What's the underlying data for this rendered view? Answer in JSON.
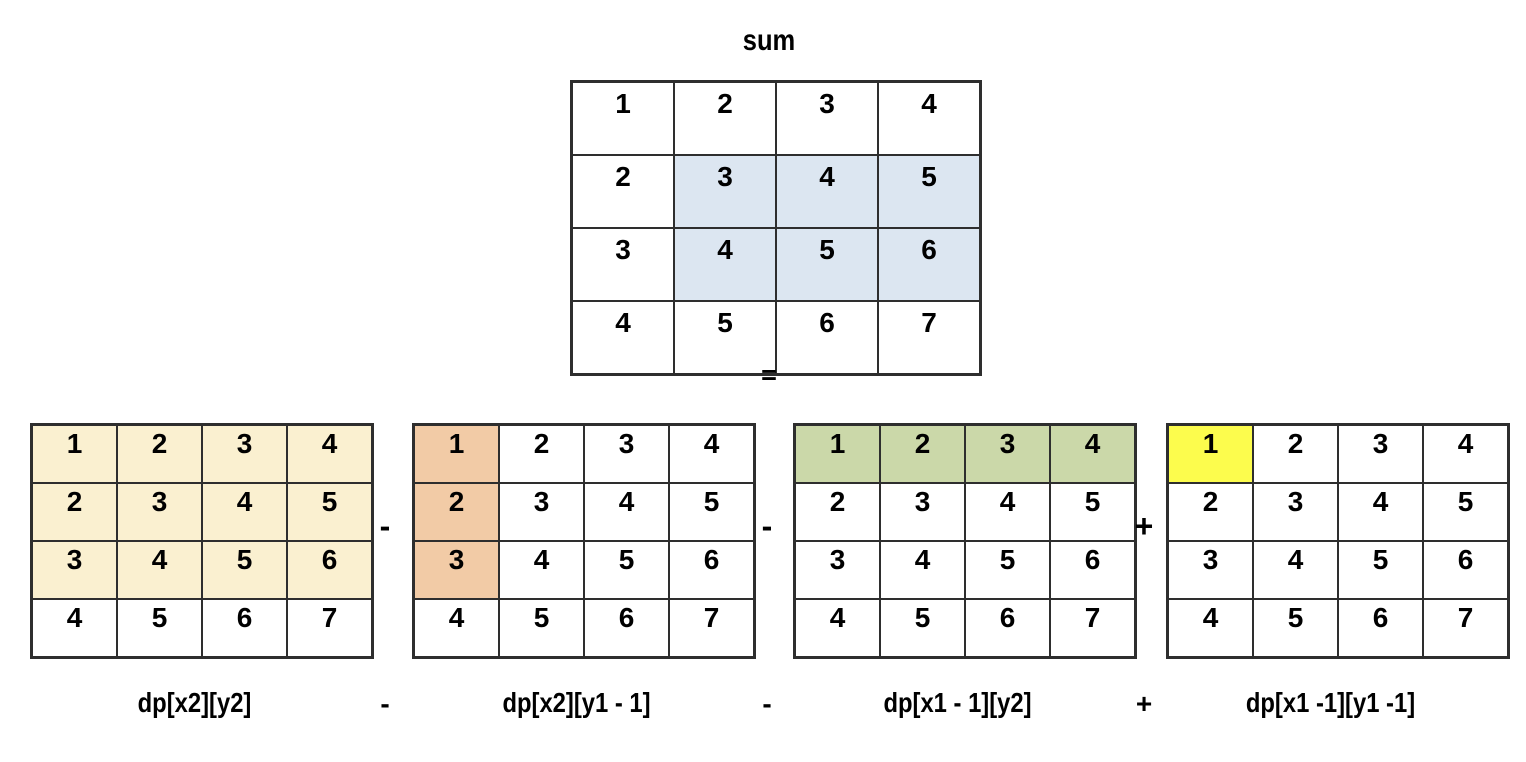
{
  "equation": {
    "equals": "=",
    "operators": [
      "-",
      "-",
      "+"
    ]
  },
  "sum_grid": {
    "title": "sum",
    "highlight_color": "#dce6f1",
    "values": [
      [
        "1",
        "2",
        "3",
        "4"
      ],
      [
        "2",
        "3",
        "4",
        "5"
      ],
      [
        "3",
        "4",
        "5",
        "6"
      ],
      [
        "4",
        "5",
        "6",
        "7"
      ]
    ],
    "highlighted_cells": [
      [
        1,
        1
      ],
      [
        1,
        2
      ],
      [
        1,
        3
      ],
      [
        2,
        1
      ],
      [
        2,
        2
      ],
      [
        2,
        3
      ]
    ]
  },
  "terms": [
    {
      "label": "dp[x2][y2]",
      "highlight_color": "#faf0d0",
      "values": [
        [
          "1",
          "2",
          "3",
          "4"
        ],
        [
          "2",
          "3",
          "4",
          "5"
        ],
        [
          "3",
          "4",
          "5",
          "6"
        ],
        [
          "4",
          "5",
          "6",
          "7"
        ]
      ],
      "highlighted_cells": [
        [
          0,
          0
        ],
        [
          0,
          1
        ],
        [
          0,
          2
        ],
        [
          0,
          3
        ],
        [
          1,
          0
        ],
        [
          1,
          1
        ],
        [
          1,
          2
        ],
        [
          1,
          3
        ],
        [
          2,
          0
        ],
        [
          2,
          1
        ],
        [
          2,
          2
        ],
        [
          2,
          3
        ]
      ]
    },
    {
      "label": "dp[x2][y1 - 1]",
      "highlight_color": "#f2cba6",
      "values": [
        [
          "1",
          "2",
          "3",
          "4"
        ],
        [
          "2",
          "3",
          "4",
          "5"
        ],
        [
          "3",
          "4",
          "5",
          "6"
        ],
        [
          "4",
          "5",
          "6",
          "7"
        ]
      ],
      "highlighted_cells": [
        [
          0,
          0
        ],
        [
          1,
          0
        ],
        [
          2,
          0
        ]
      ]
    },
    {
      "label": "dp[x1 - 1][y2]",
      "highlight_color": "#cbd8a9",
      "values": [
        [
          "1",
          "2",
          "3",
          "4"
        ],
        [
          "2",
          "3",
          "4",
          "5"
        ],
        [
          "3",
          "4",
          "5",
          "6"
        ],
        [
          "4",
          "5",
          "6",
          "7"
        ]
      ],
      "highlighted_cells": [
        [
          0,
          0
        ],
        [
          0,
          1
        ],
        [
          0,
          2
        ],
        [
          0,
          3
        ]
      ]
    },
    {
      "label": "dp[x1 -1][y1 -1]",
      "highlight_color": "#fcfc4d",
      "values": [
        [
          "1",
          "2",
          "3",
          "4"
        ],
        [
          "2",
          "3",
          "4",
          "5"
        ],
        [
          "3",
          "4",
          "5",
          "6"
        ],
        [
          "4",
          "5",
          "6",
          "7"
        ]
      ],
      "highlighted_cells": [
        [
          0,
          0
        ]
      ]
    }
  ]
}
